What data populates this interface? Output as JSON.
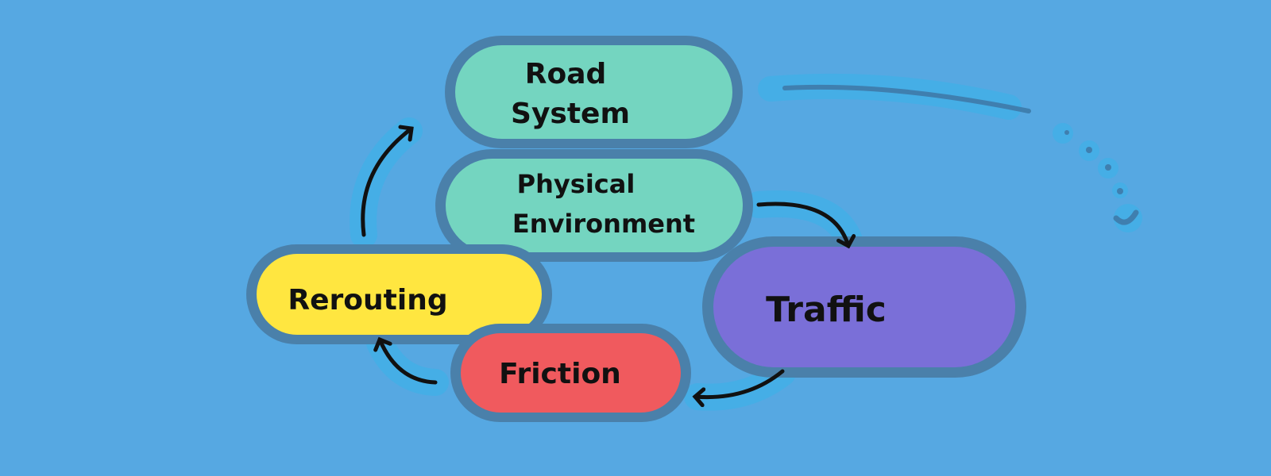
{
  "diagram": {
    "nodes": [
      {
        "id": "road-system",
        "lines": [
          "Road",
          "System"
        ],
        "color": "#74D5C0"
      },
      {
        "id": "physical-environment",
        "lines": [
          "Physical",
          "Environment"
        ],
        "color": "#74D5C0"
      },
      {
        "id": "traffic",
        "lines": [
          "Traffic"
        ],
        "color": "#7A6FD8"
      },
      {
        "id": "friction",
        "lines": [
          "Friction"
        ],
        "color": "#F05A5E"
      },
      {
        "id": "rerouting",
        "lines": [
          "Rerouting"
        ],
        "color": "#FFE640"
      }
    ],
    "edges": [
      {
        "from": "physical-environment",
        "to": "traffic"
      },
      {
        "from": "traffic",
        "to": "friction"
      },
      {
        "from": "friction",
        "to": "rerouting"
      },
      {
        "from": "rerouting",
        "to": "road-system"
      }
    ],
    "colors": {
      "background": "#56A8E2",
      "outline": "#4A80AA",
      "glow": "#45AEE6",
      "arrow": "#111111"
    }
  }
}
